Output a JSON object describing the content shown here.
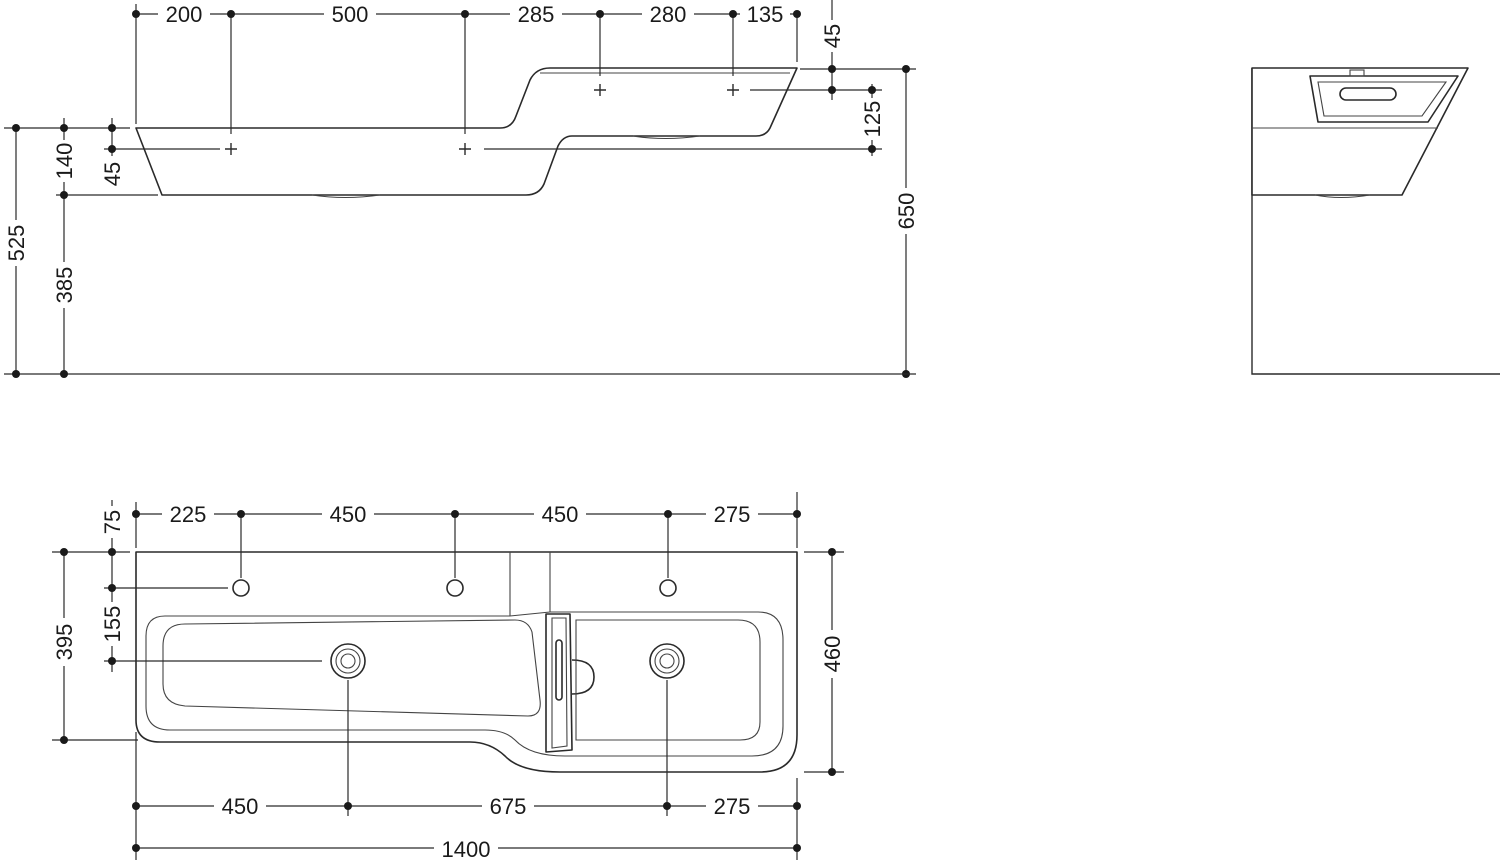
{
  "front_view": {
    "top_dims": [
      "200",
      "500",
      "285",
      "280",
      "135"
    ],
    "right_dims": {
      "top_offset": "45",
      "tap_height": "125",
      "total_height": "650"
    },
    "left_dims": {
      "floor_to_rim": "525",
      "bowl_depth": "140",
      "tap_offset": "45",
      "floor_to_bottom": "385"
    }
  },
  "plan_view": {
    "top_dims": [
      "225",
      "450",
      "450",
      "275"
    ],
    "left_dims": {
      "edge_to_taphole": "75",
      "taphole_to_drain": "155",
      "depth_left": "395"
    },
    "right_dims": {
      "depth_right": "460"
    },
    "bottom_dims": [
      "450",
      "675",
      "275"
    ],
    "overall_width": "1400"
  }
}
